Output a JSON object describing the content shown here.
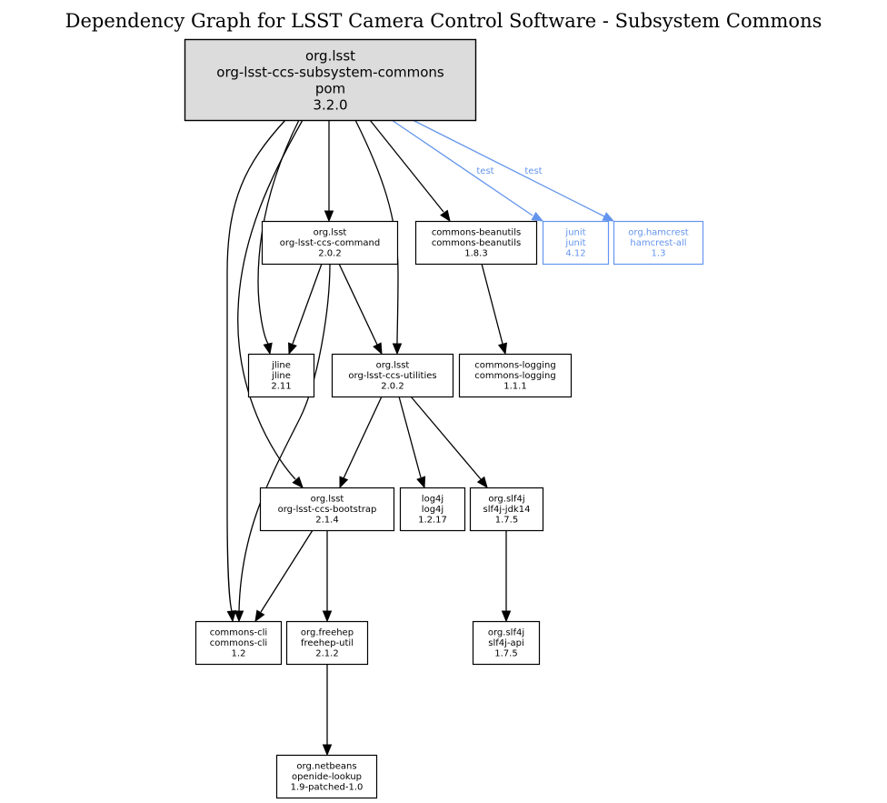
{
  "title": "Dependency Graph for LSST Camera Control Software - Subsystem Commons",
  "colors": {
    "compile_edge": "#000000",
    "test_edge": "#6495ed",
    "root_fill": "#dcdcdc",
    "node_fill": "#ffffff",
    "node_border": "#000000",
    "test_node_border": "#6495ed"
  },
  "nodes": [
    {
      "id": "root",
      "lines": [
        "org.lsst",
        "org-lsst-ccs-subsystem-commons",
        "pom",
        "3.2.0"
      ],
      "root": true,
      "scope": "compile"
    },
    {
      "id": "command",
      "lines": [
        "org.lsst",
        "org-lsst-ccs-command",
        "2.0.2"
      ],
      "scope": "compile"
    },
    {
      "id": "beanutils",
      "lines": [
        "commons-beanutils",
        "commons-beanutils",
        "1.8.3"
      ],
      "scope": "compile"
    },
    {
      "id": "junit",
      "lines": [
        "junit",
        "junit",
        "4.12"
      ],
      "scope": "test"
    },
    {
      "id": "hamcrest",
      "lines": [
        "org.hamcrest",
        "hamcrest-all",
        "1.3"
      ],
      "scope": "test"
    },
    {
      "id": "jline",
      "lines": [
        "jline",
        "jline",
        "2.11"
      ],
      "scope": "compile"
    },
    {
      "id": "utilities",
      "lines": [
        "org.lsst",
        "org-lsst-ccs-utilities",
        "2.0.2"
      ],
      "scope": "compile"
    },
    {
      "id": "logging",
      "lines": [
        "commons-logging",
        "commons-logging",
        "1.1.1"
      ],
      "scope": "compile"
    },
    {
      "id": "bootstrap",
      "lines": [
        "org.lsst",
        "org-lsst-ccs-bootstrap",
        "2.1.4"
      ],
      "scope": "compile"
    },
    {
      "id": "log4j",
      "lines": [
        "log4j",
        "log4j",
        "1.2.17"
      ],
      "scope": "compile"
    },
    {
      "id": "jdk14",
      "lines": [
        "org.slf4j",
        "slf4j-jdk14",
        "1.7.5"
      ],
      "scope": "compile"
    },
    {
      "id": "cli",
      "lines": [
        "commons-cli",
        "commons-cli",
        "1.2"
      ],
      "scope": "compile"
    },
    {
      "id": "freehep",
      "lines": [
        "org.freehep",
        "freehep-util",
        "2.1.2"
      ],
      "scope": "compile"
    },
    {
      "id": "slf4japi",
      "lines": [
        "org.slf4j",
        "slf4j-api",
        "1.7.5"
      ],
      "scope": "compile"
    },
    {
      "id": "lookup",
      "lines": [
        "org.netbeans",
        "openide-lookup",
        "1.9-patched-1.0"
      ],
      "scope": "compile"
    }
  ],
  "edges": [
    {
      "from": "root",
      "to": "cli",
      "scope": "compile"
    },
    {
      "from": "root",
      "to": "bootstrap",
      "scope": "compile"
    },
    {
      "from": "root",
      "to": "jline",
      "scope": "compile"
    },
    {
      "from": "root",
      "to": "command",
      "scope": "compile"
    },
    {
      "from": "root",
      "to": "utilities",
      "scope": "compile"
    },
    {
      "from": "root",
      "to": "beanutils",
      "scope": "compile"
    },
    {
      "from": "root",
      "to": "junit",
      "scope": "test",
      "label": "test"
    },
    {
      "from": "root",
      "to": "hamcrest",
      "scope": "test",
      "label": "test"
    },
    {
      "from": "command",
      "to": "jline",
      "scope": "compile"
    },
    {
      "from": "command",
      "to": "cli",
      "scope": "compile"
    },
    {
      "from": "command",
      "to": "utilities",
      "scope": "compile"
    },
    {
      "from": "beanutils",
      "to": "logging",
      "scope": "compile"
    },
    {
      "from": "utilities",
      "to": "bootstrap",
      "scope": "compile"
    },
    {
      "from": "utilities",
      "to": "log4j",
      "scope": "compile"
    },
    {
      "from": "utilities",
      "to": "jdk14",
      "scope": "compile"
    },
    {
      "from": "bootstrap",
      "to": "cli",
      "scope": "compile"
    },
    {
      "from": "bootstrap",
      "to": "freehep",
      "scope": "compile"
    },
    {
      "from": "jdk14",
      "to": "slf4japi",
      "scope": "compile"
    },
    {
      "from": "freehep",
      "to": "lookup",
      "scope": "compile"
    }
  ]
}
